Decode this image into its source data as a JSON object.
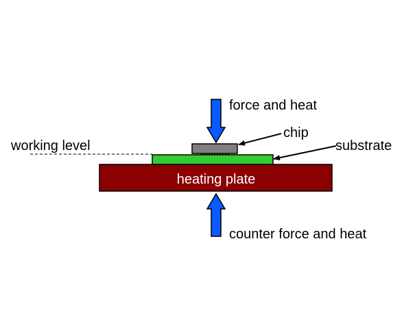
{
  "labels": {
    "force_top": "force and heat",
    "chip": "chip",
    "working_level": "working level",
    "substrate": "substrate",
    "heating_plate": "heating plate",
    "force_bottom": "counter force and heat"
  },
  "colors": {
    "arrow": "#0a5bff",
    "arrow_outline": "#000000",
    "chip": "#7f7f7f",
    "substrate": "#33cc33",
    "heating_plate": "#8b0000",
    "background": "#ffffff"
  }
}
